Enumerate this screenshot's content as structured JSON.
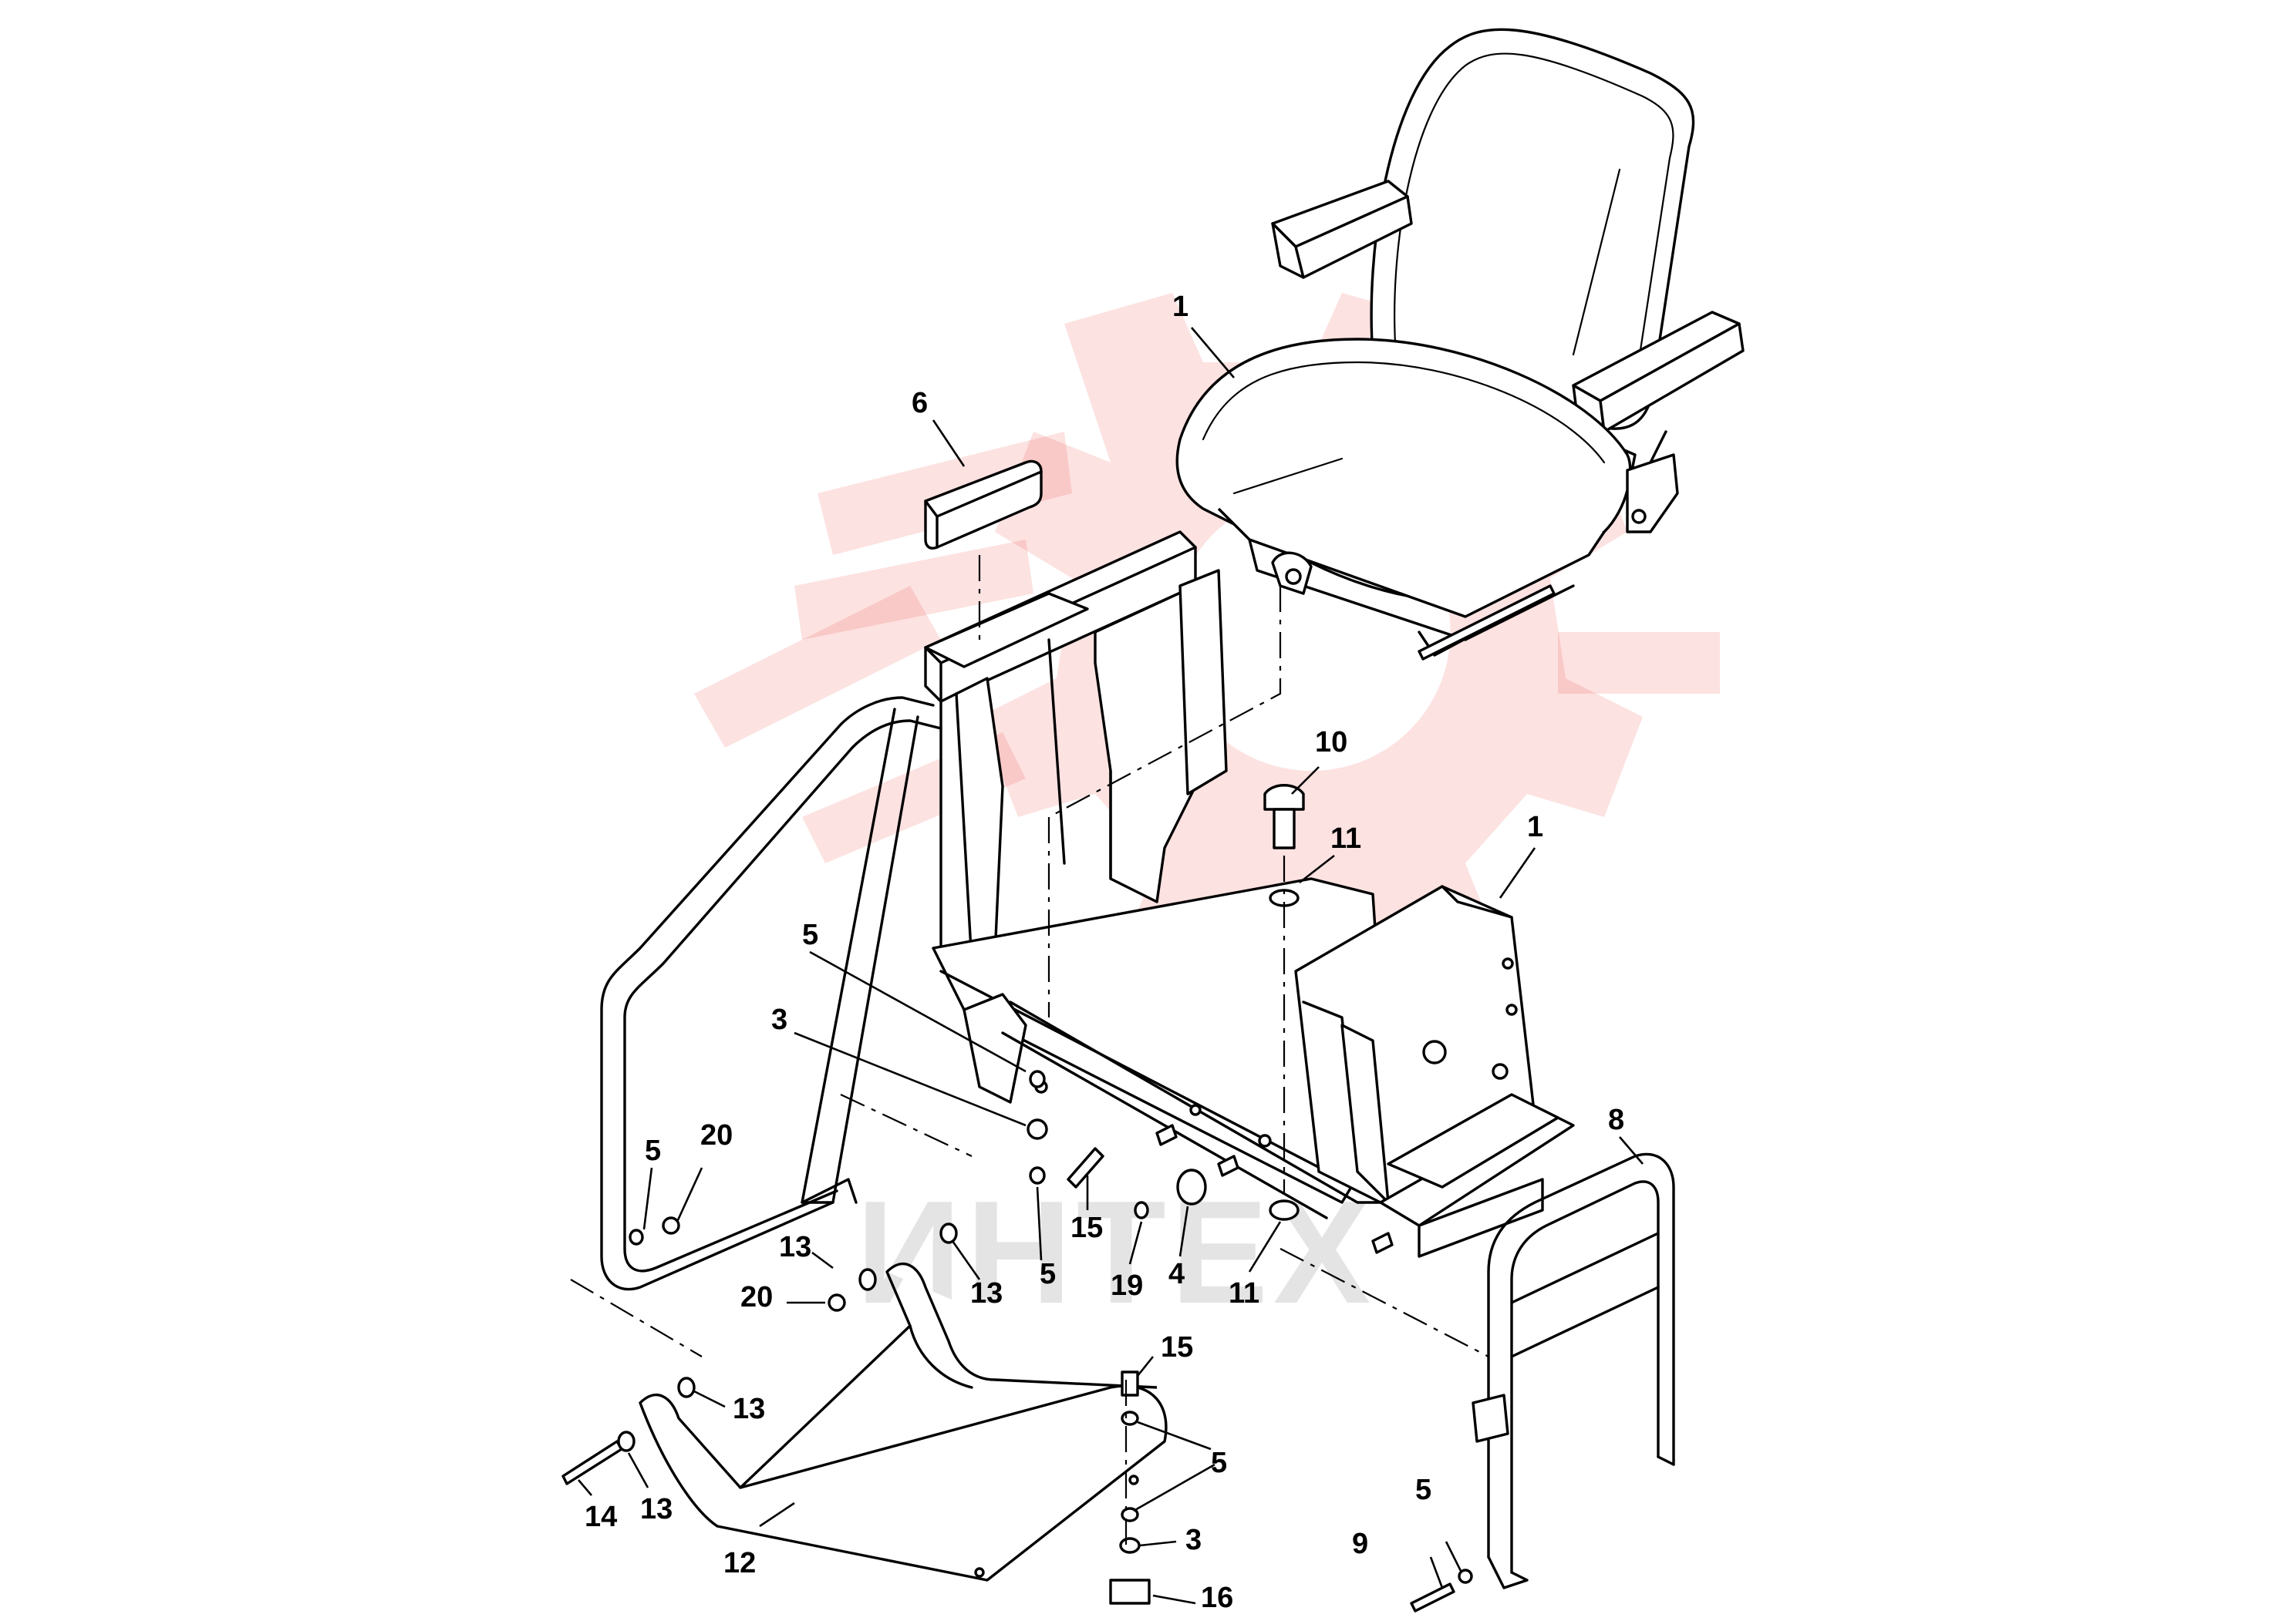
{
  "watermark": {
    "text": "ИНТЕХ",
    "icon": "gear-logo-icon",
    "color": "#e8342c"
  },
  "callouts": [
    {
      "id": "c1a",
      "label": "1"
    },
    {
      "id": "c1b",
      "label": "1"
    },
    {
      "id": "c6",
      "label": "6"
    },
    {
      "id": "c10",
      "label": "10"
    },
    {
      "id": "c11a",
      "label": "11"
    },
    {
      "id": "c11b",
      "label": "11"
    },
    {
      "id": "c5a",
      "label": "5"
    },
    {
      "id": "c3a",
      "label": "3"
    },
    {
      "id": "c5b",
      "label": "5"
    },
    {
      "id": "c20a",
      "label": "20"
    },
    {
      "id": "c13a",
      "label": "13"
    },
    {
      "id": "c20b",
      "label": "20"
    },
    {
      "id": "c13b",
      "label": "13"
    },
    {
      "id": "c5c",
      "label": "5"
    },
    {
      "id": "c15a",
      "label": "15"
    },
    {
      "id": "c19",
      "label": "19"
    },
    {
      "id": "c4",
      "label": "4"
    },
    {
      "id": "c8",
      "label": "8"
    },
    {
      "id": "c13c",
      "label": "13"
    },
    {
      "id": "c14",
      "label": "14"
    },
    {
      "id": "c13d",
      "label": "13"
    },
    {
      "id": "c12",
      "label": "12"
    },
    {
      "id": "c15b",
      "label": "15"
    },
    {
      "id": "c5d",
      "label": "5"
    },
    {
      "id": "c3b",
      "label": "3"
    },
    {
      "id": "c16",
      "label": "16"
    },
    {
      "id": "c5e",
      "label": "5"
    },
    {
      "id": "c9",
      "label": "9"
    }
  ]
}
